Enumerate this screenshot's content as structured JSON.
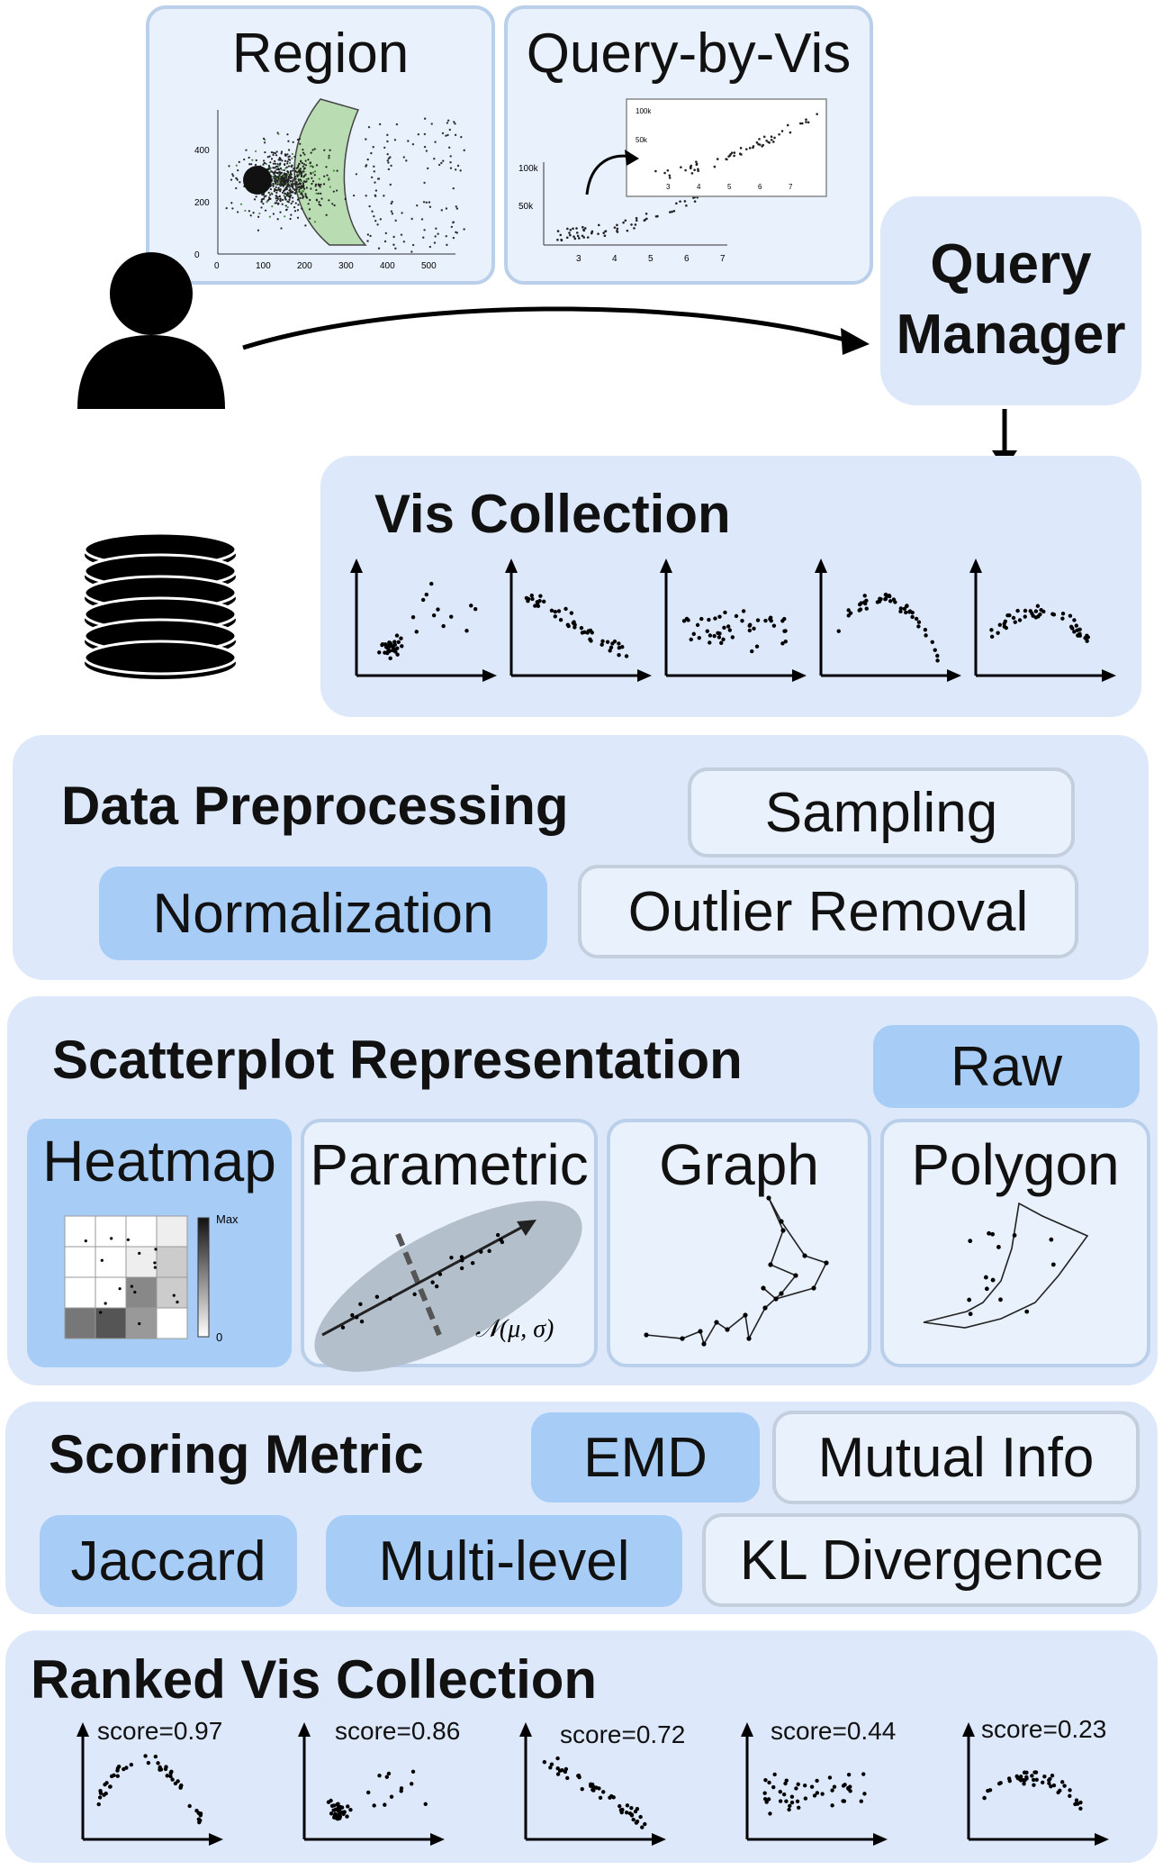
{
  "colors": {
    "panel": "#dde9fb",
    "card": "#e9f1fc",
    "active": "#a7cdf7",
    "border": "#c3cfdc",
    "text": "#111111"
  },
  "icons": [
    "user-icon",
    "database-icon",
    "arrow-right-icon",
    "arrow-down-icon"
  ],
  "input": {
    "region": {
      "label": "Region",
      "x_ticks": [
        "0",
        "100",
        "200",
        "300",
        "400",
        "500"
      ],
      "y_ticks": [
        "0",
        "200",
        "400"
      ]
    },
    "query_by_vis": {
      "label": "Query-by-Vis",
      "main_x_ticks": [
        "3",
        "4",
        "5",
        "6",
        "7"
      ],
      "main_y_ticks": [
        "50k",
        "100k"
      ],
      "inset_x_ticks": [
        "3",
        "4",
        "5",
        "6",
        "7"
      ],
      "inset_y_ticks": [
        "50k",
        "100k"
      ]
    }
  },
  "query_manager": {
    "line1": "Query",
    "line2": "Manager"
  },
  "vis_collection": {
    "title": "Vis Collection",
    "count": 5
  },
  "data_preprocessing": {
    "title": "Data Preprocessing",
    "options": [
      {
        "label": "Sampling",
        "selected": false
      },
      {
        "label": "Normalization",
        "selected": true
      },
      {
        "label": "Outlier Removal",
        "selected": false
      }
    ]
  },
  "scatterplot_representation": {
    "title": "Scatterplot Representation",
    "raw": {
      "label": "Raw",
      "selected": true
    },
    "types": [
      {
        "label": "Heatmap",
        "selected": true
      },
      {
        "label": "Parametric",
        "selected": false
      },
      {
        "label": "Graph",
        "selected": false
      },
      {
        "label": "Polygon",
        "selected": false
      }
    ],
    "heatmap_scale": {
      "max": "Max",
      "min": "0"
    },
    "parametric_formula": "𝒩(μ, σ)"
  },
  "scoring_metric": {
    "title": "Scoring Metric",
    "options": [
      {
        "label": "EMD",
        "selected": true
      },
      {
        "label": "Mutual Info",
        "selected": false
      },
      {
        "label": "Jaccard",
        "selected": true
      },
      {
        "label": "Multi-level",
        "selected": true
      },
      {
        "label": "KL Divergence",
        "selected": false
      }
    ]
  },
  "ranked_vis_collection": {
    "title": "Ranked Vis Collection",
    "scores": [
      "score=0.97",
      "score=0.86",
      "score=0.72",
      "score=0.44",
      "score=0.23"
    ]
  }
}
